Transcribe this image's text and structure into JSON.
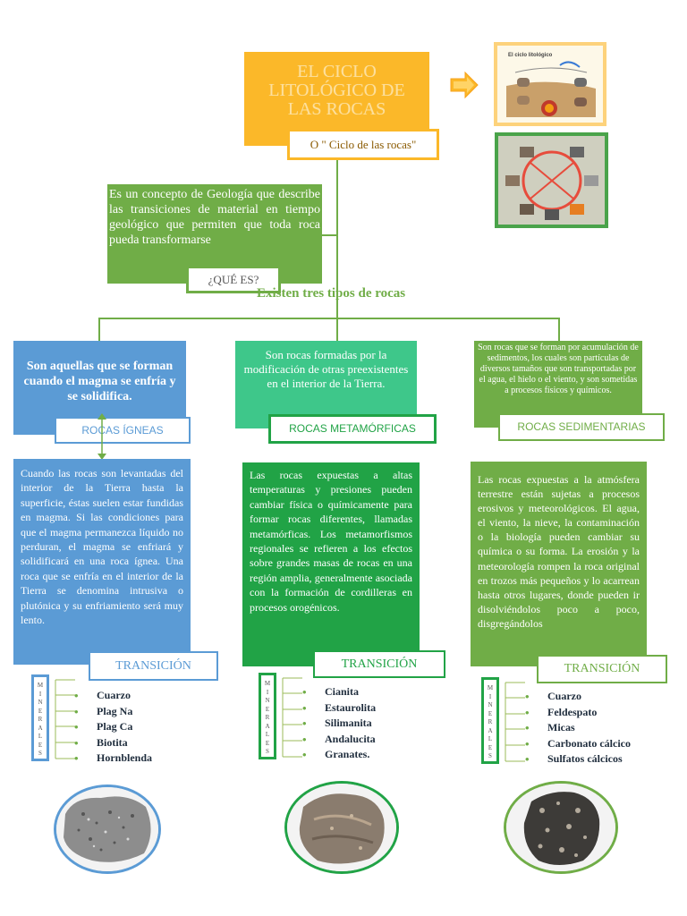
{
  "title": "EL CICLO LITOLÓGICO DE LAS ROCAS",
  "subtitle": "O \" Ciclo de las rocas\"",
  "thumbnail_title": "El ciclo litológico",
  "definition": "Es un concepto de Geología que describe las transiciones de material en tiempo geológico que permiten que toda roca pueda transformarse",
  "que_es": "¿QUÉ ES?",
  "tres_tipos": "Existen tres tipos de rocas",
  "columns": {
    "igneas": {
      "intro": "Son aquellas que se forman cuando el magma se enfría y se solidifica.",
      "label": "ROCAS ÍGNEAS",
      "body": "Cuando las rocas son levantadas del interior de la Tierra hasta la superficie, éstas suelen estar fundidas en magma. Si las condiciones para que el magma permanezca líquido no perduran, el magma se enfriará y solidificará en una roca ígnea. Una roca que se enfría en el interior de la Tierra se denomina intrusiva o plutónica y su enfriamiento será muy lento.",
      "transicion": "TRANSICIÓN",
      "minerales_label": "MINERALES",
      "minerales": [
        "Cuarzo",
        "Plag Na",
        "Plag Ca",
        "Biotita",
        "Hornblenda"
      ],
      "color": "#5b9bd5"
    },
    "metamorficas": {
      "intro": "Son rocas formadas por la modificación de otras preexistentes en el interior de la Tierra.",
      "label": "ROCAS METAMÓRFICAS",
      "body": "Las rocas expuestas a altas temperaturas y presiones pueden cambiar física o químicamente para formar rocas diferentes, llamadas metamórficas. Los metamorfismos regionales se refieren a los efectos sobre grandes masas de rocas en una región amplia, generalmente asociada con la formación de cordilleras en procesos orogénicos.",
      "transicion": "TRANSICIÓN",
      "minerales_label": "MINERALES",
      "minerales": [
        "Cianita",
        "Estaurolita",
        "Silimanita",
        "Andalucita",
        "Granates."
      ],
      "color": "#21a346"
    },
    "sedimentarias": {
      "intro": "Son rocas que se forman por acumulación de sedimentos, los cuales son partículas de diversos tamaños que son transportadas por el agua, el hielo o el viento, y son sometidas a procesos físicos y químicos.",
      "label": "ROCAS SEDIMENTARIAS",
      "body": "Las rocas expuestas a la atmósfera terrestre están sujetas a procesos erosivos y meteorológicos. El agua, el viento, la nieve, la contaminación o la biología pueden cambiar su química o su forma. La erosión y la meteorología rompen la roca original en trozos más pequeños y lo acarrean hasta otros lugares, donde pueden ir disolviéndolos poco a poco, disgregándolos",
      "transicion": "TRANSICIÓN",
      "minerales_label": "MINERALES",
      "minerales": [
        "Cuarzo",
        "Feldespato",
        "Micas",
        "Carbonato cálcico",
        "Sulfatos cálcicos"
      ],
      "color": "#70ad47"
    }
  }
}
